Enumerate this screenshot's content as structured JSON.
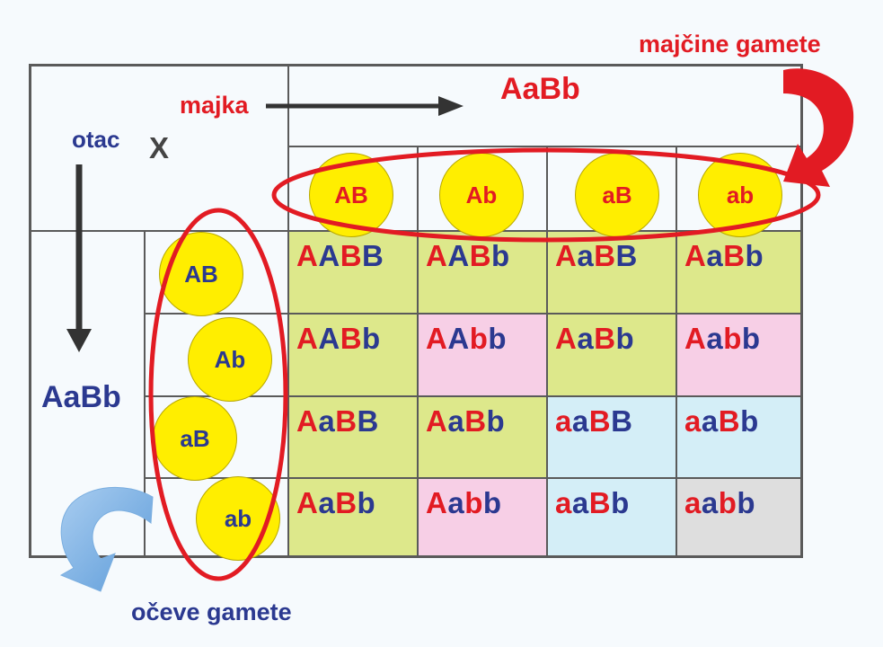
{
  "colors": {
    "red": "#e21b23",
    "blue": "#2b3990",
    "yellow": "#ffee00",
    "green": "#dde88b",
    "pink": "#f7cfe6",
    "cyan": "#d4eef7",
    "gray": "#dedede"
  },
  "labels": {
    "mother_genotype": "AaBb",
    "father_genotype": "AaBb",
    "mother": "majka",
    "father": "otac",
    "cross": "X",
    "maternal_gametes": "majčine gamete",
    "paternal_gametes": "očeve gamete"
  },
  "maternal_gametes": [
    "AB",
    "Ab",
    "aB",
    "ab"
  ],
  "paternal_gametes": [
    "AB",
    "Ab",
    "aB",
    "ab"
  ],
  "offspring": [
    [
      "AABB",
      "AABb",
      "AaBB",
      "AaBb"
    ],
    [
      "AABb",
      "AAbb",
      "AaBb",
      "Aabb"
    ],
    [
      "AaBB",
      "AaBb",
      "aaBB",
      "aaBb"
    ],
    [
      "AaBb",
      "Aabb",
      "aaBb",
      "aabb"
    ]
  ],
  "cell_colors": [
    [
      "green",
      "green",
      "green",
      "green"
    ],
    [
      "green",
      "pink",
      "green",
      "pink"
    ],
    [
      "green",
      "green",
      "cyan",
      "cyan"
    ],
    [
      "green",
      "pink",
      "cyan",
      "gray"
    ]
  ],
  "icons": [
    "arrow-right-icon",
    "arrow-down-icon",
    "curved-arrow-red-icon",
    "curved-arrow-blue-icon"
  ]
}
